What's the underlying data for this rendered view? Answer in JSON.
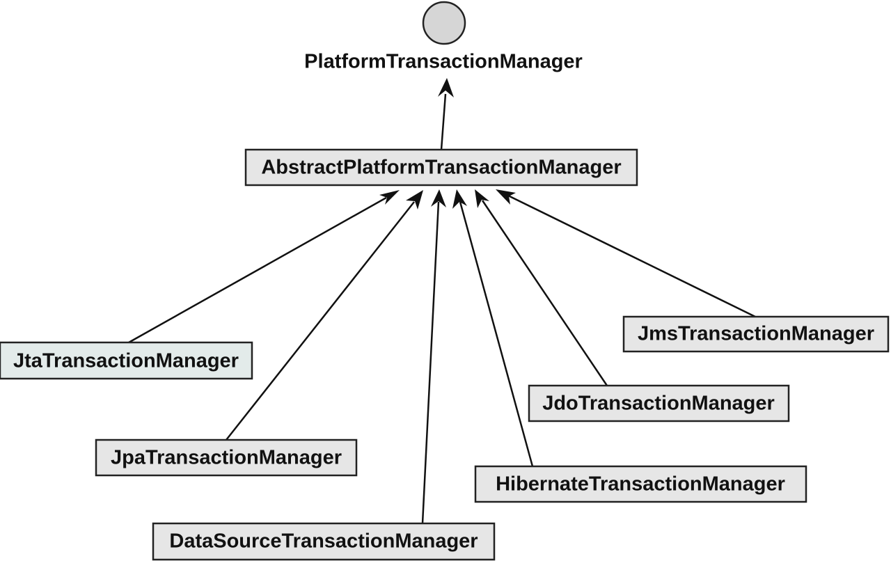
{
  "diagram": {
    "interface": {
      "label": "PlatformTransactionManager"
    },
    "abstract": {
      "label": "AbstractPlatformTransactionManager"
    },
    "implementations": [
      {
        "label": "JtaTransactionManager"
      },
      {
        "label": "JpaTransactionManager"
      },
      {
        "label": "DataSourceTransactionManager"
      },
      {
        "label": "HibernateTransactionManager"
      },
      {
        "label": "JdoTransactionManager"
      },
      {
        "label": "JmsTransactionManager"
      }
    ]
  }
}
